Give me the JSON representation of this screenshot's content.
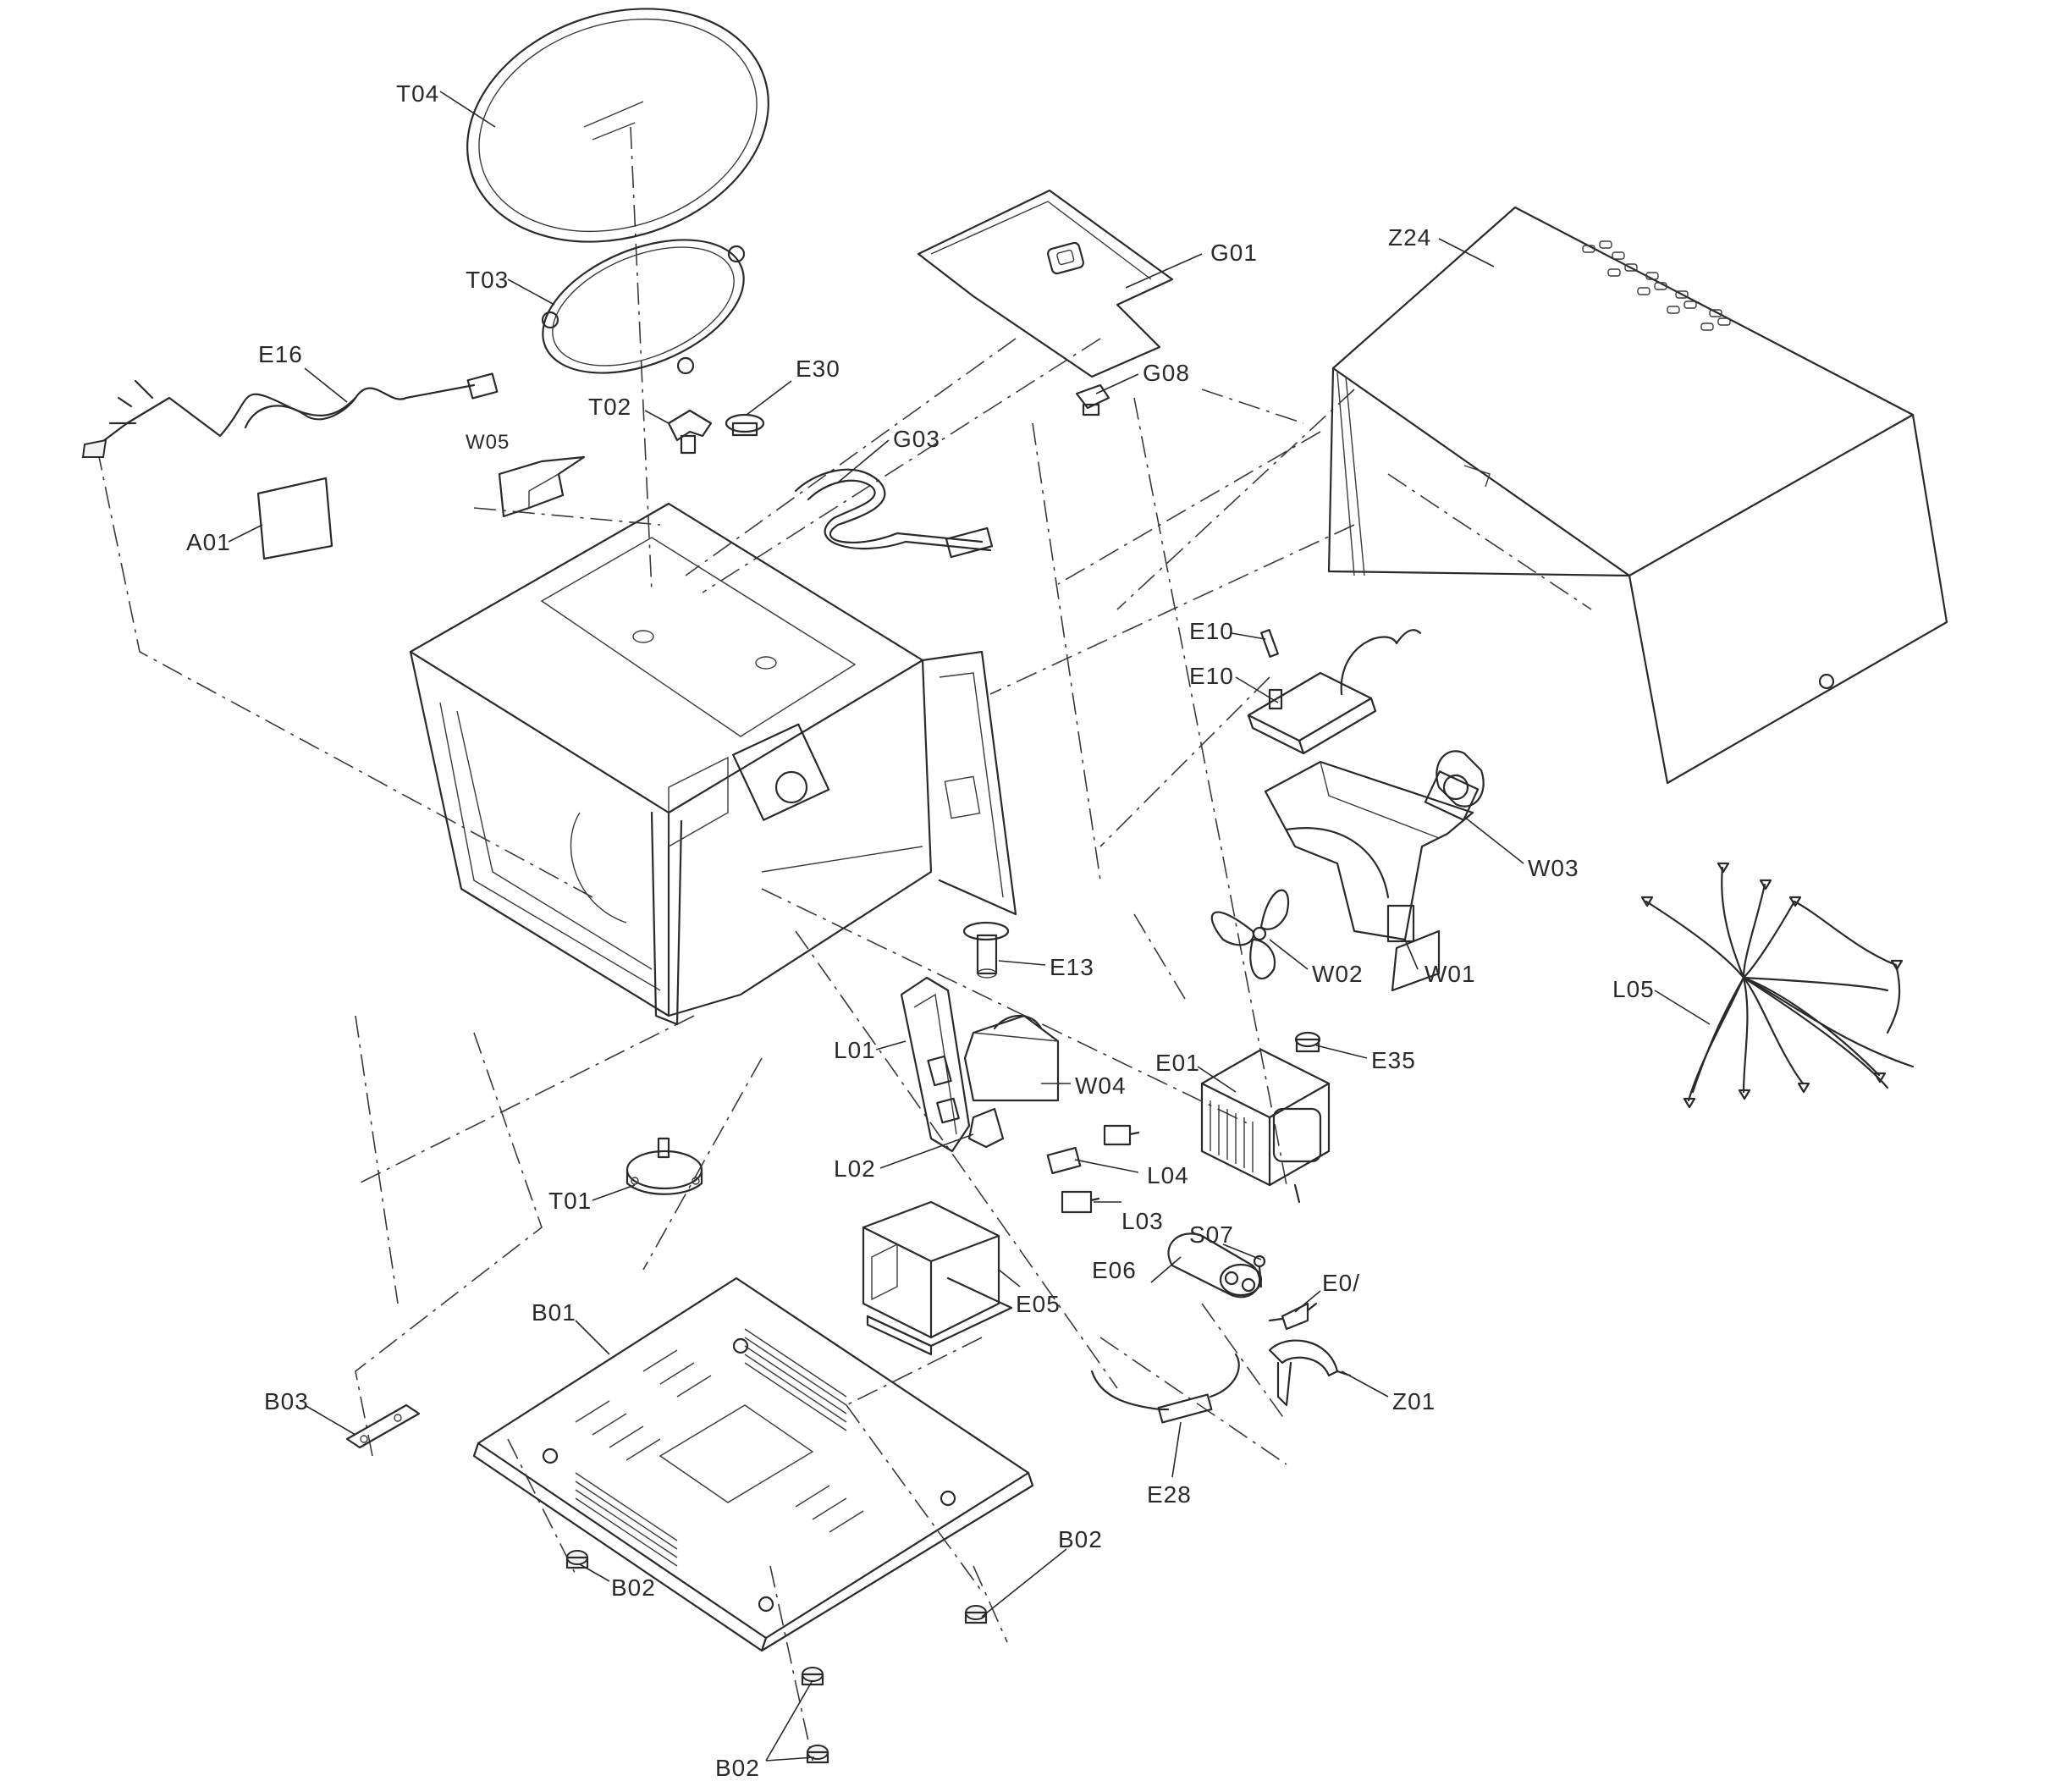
{
  "labels": {
    "t04": "T04",
    "t03": "T03",
    "t02": "T02",
    "e30": "E30",
    "e16": "E16",
    "w05": "W05",
    "a01": "A01",
    "g01": "G01",
    "g08": "G08",
    "g03": "G03",
    "z24": "Z24",
    "e10a": "E10",
    "e10b": "E10",
    "w03": "W03",
    "w02": "W02",
    "w01": "W01",
    "l05": "L05",
    "e13": "E13",
    "l01": "L01",
    "w04": "W04",
    "e01": "E01",
    "e35": "E35",
    "l02": "L02",
    "l04": "L04",
    "l03": "L03",
    "t01": "T01",
    "s07": "S07",
    "e06": "E06",
    "e07": "E0/",
    "e05": "E05",
    "b01": "B01",
    "b03": "B03",
    "z01": "Z01",
    "e28": "E28",
    "b02a": "B02",
    "b02b": "B02",
    "b02c": "B02"
  }
}
